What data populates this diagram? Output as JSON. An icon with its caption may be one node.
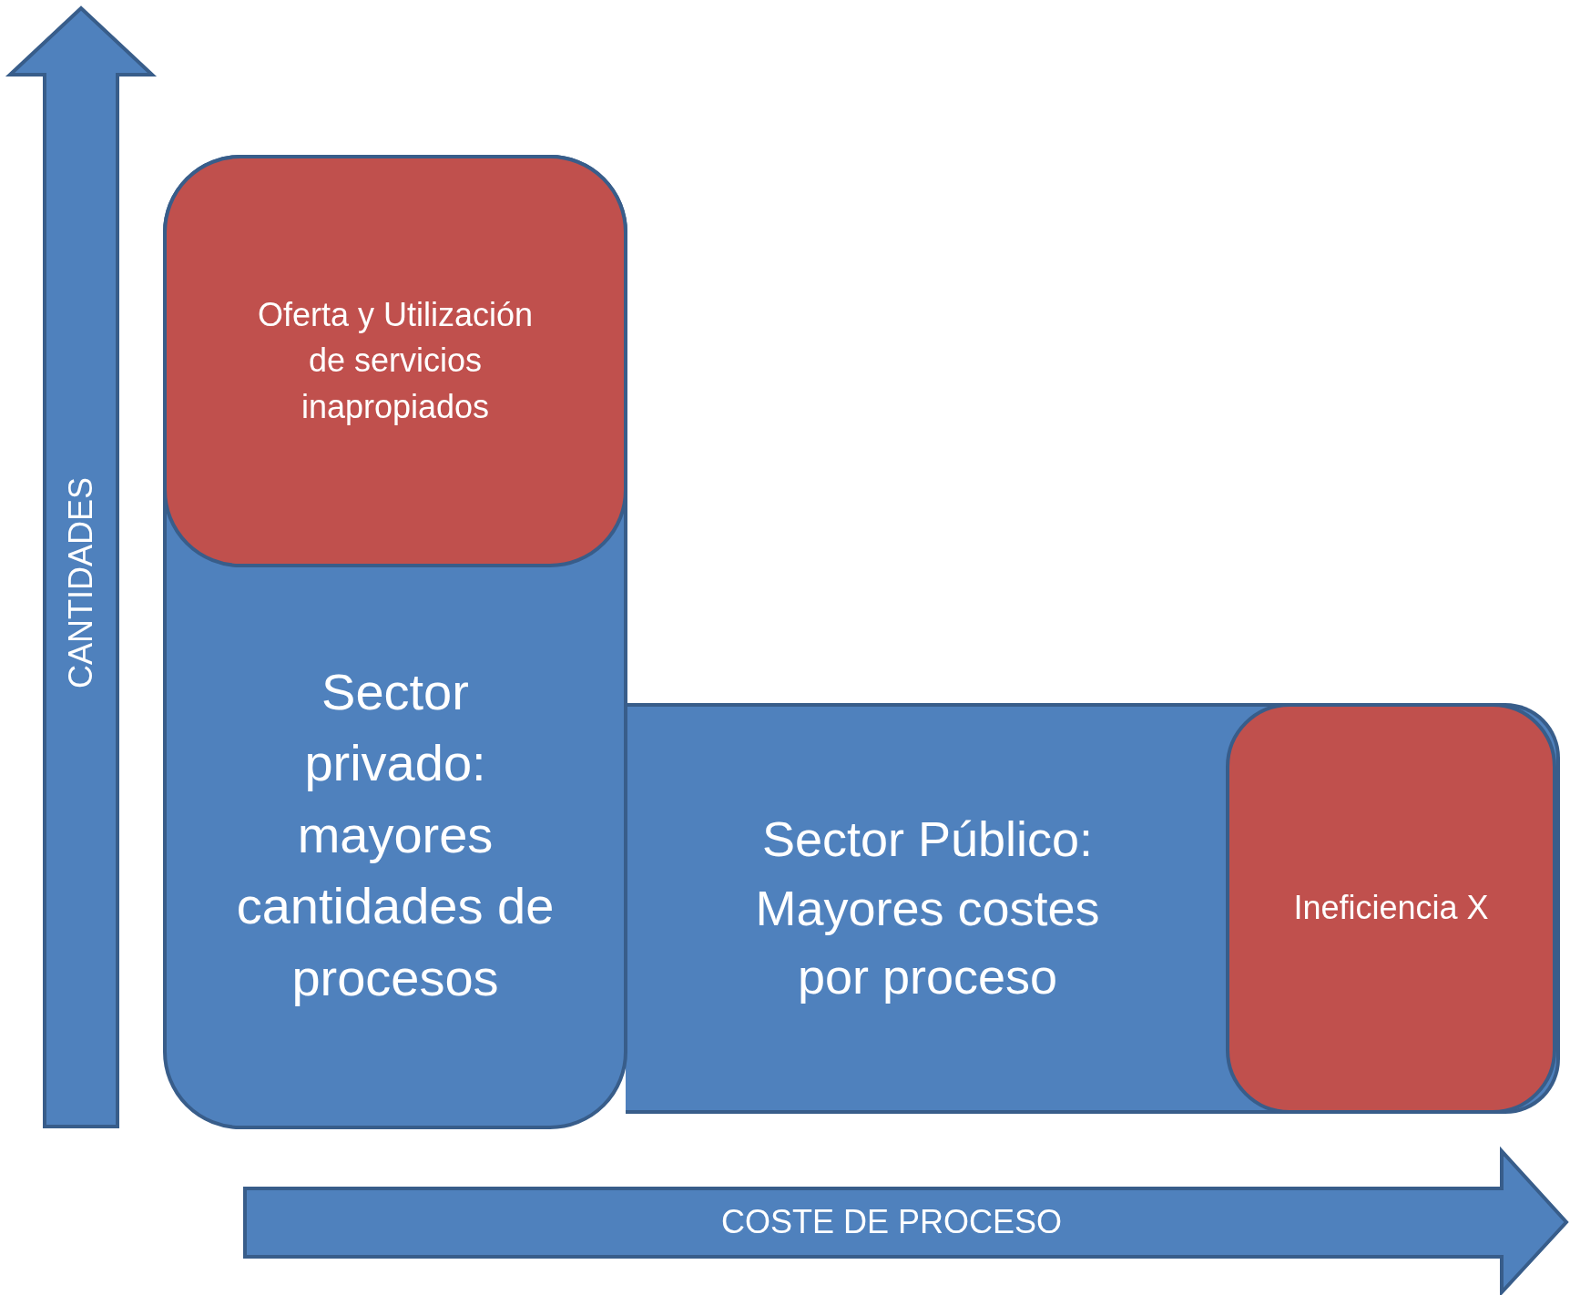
{
  "diagram": {
    "nodes": [
      {
        "text": [
          "Sector privado: mayores cantidades de procesos"
        ]
      },
      {
        "text": [
          "Oferta y Utilización de servicios inapropiados"
        ],
        "in": 0
      },
      {
        "text": [
          "Sector Público: Mayores costes por proceso"
        ]
      },
      {
        "text": [
          "Ineficiencia X"
        ],
        "in": 2
      }
    ],
    "labels": [
      "CANTIDADES",
      "COSTE DE PROCESO"
    ]
  }
}
